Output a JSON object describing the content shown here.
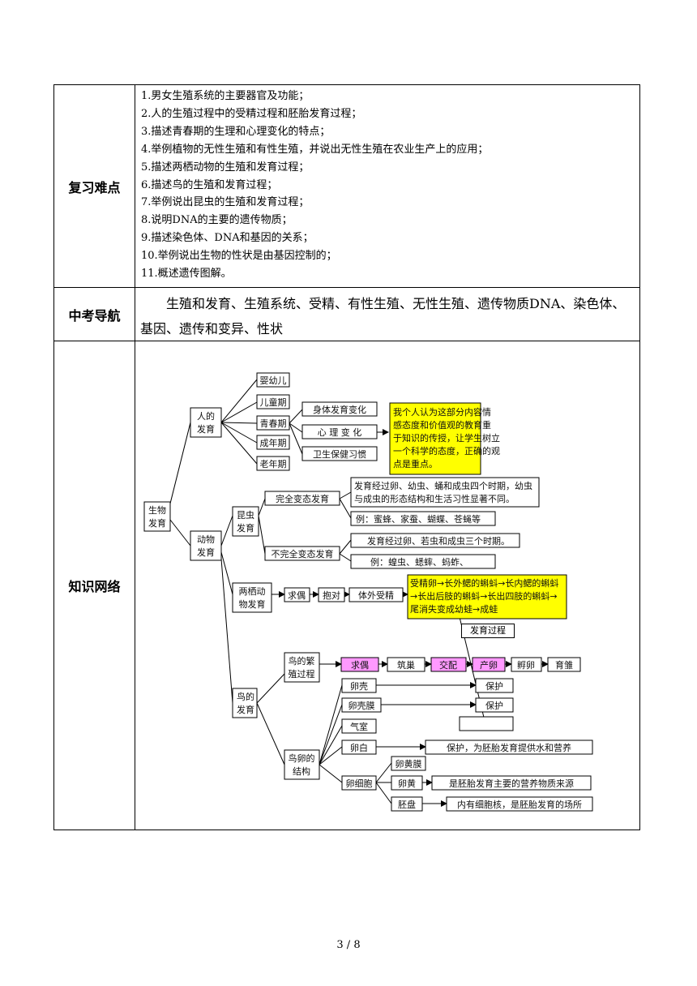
{
  "rows": {
    "difficulty": {
      "header": "复习难点",
      "items": [
        "1.男女生殖系统的主要器官及功能；",
        "2.人的生殖过程中的受精过程和胚胎发育过程；",
        "3.描述青春期的生理和心理变化的特点；",
        "4.举例植物的无性生殖和有性生殖，并说出无性生殖在农业生产上的应用；",
        "5.描述两栖动物的生殖和发育过程；",
        "6.描述鸟的生殖和发育过程；",
        "7.举例说出昆虫的生殖和发育过程；",
        "8.说明DNA的主要的遗传物质；",
        "9.描述染色体、DNA和基因的关系；",
        "10.举例说出生物的性状是由基因控制的；",
        "11.概述遗传图解。"
      ]
    },
    "guide": {
      "header": "中考导航",
      "text": "生殖和发育、生殖系统、受精、有性生殖、无性生殖、遗传物质DNA、染色体、基因、遗传和变异、性状"
    },
    "network": {
      "header": "知识网络",
      "map": {
        "root_l1": "生物",
        "root_l2": "发育",
        "human_l1": "人的",
        "human_l2": "发育",
        "infant": "婴幼儿",
        "childhood": "儿童期",
        "puberty": "青春期",
        "adult": "成年期",
        "elderly": "老年期",
        "body_change": "身体发育变化",
        "mental_change": "心 理 变 化",
        "hygiene": "卫生保健习惯",
        "note": [
          "我个人认为这部分内容情",
          "感态度和价值观的教育重",
          "于知识的传授，让学生树立",
          "一个科学的态度，正确的观",
          "点是重点。"
        ],
        "animal_l1": "动物",
        "animal_l2": "发育",
        "insect_l1": "昆虫",
        "insect_l2": "发育",
        "complete": "完全变态发育",
        "complete_desc": [
          "发育经过卵、幼虫、蛹和成虫四个时期，幼虫",
          "与成虫的形态结构和生活习性显著不同。"
        ],
        "complete_example": "例：蜜蜂、家蚕、蝴蝶、苍蝇等",
        "incomplete": "不完全变态发育",
        "incomplete_desc": "发育经过卵、若虫和成虫三个时期。",
        "incomplete_example": "例：蝗虫、蟋蟀、蚂蚱、",
        "amphibian_l1": "两栖动",
        "amphibian_l2": "物发育",
        "courtship1": "求偶",
        "embrace": "抱对",
        "external": "体外受精",
        "frog": [
          "受精卵→长外鳃的蝌蚪→长内鳃的蝌蚪",
          "→长出后肢的蝌蚪→长出四肢的蝌蚪→",
          "尾消失变成幼蛙→成蛙"
        ],
        "dev_process": "发育过程",
        "bird_l1": "鸟的",
        "bird_l2": "发育",
        "breed_l1": "鸟的繁",
        "breed_l2": "殖过程",
        "courtship2": "求偶",
        "nest": "筑巢",
        "mating": "交配",
        "lay": "产卵",
        "incubate": "孵卵",
        "rear": "育雏",
        "egg_l1": "鸟卵的",
        "egg_l2": "结构",
        "shell": "卵壳",
        "membrane": "卵壳膜",
        "air": "气室",
        "white": "卵白",
        "cell": "卵细胞",
        "protect1": "保护",
        "protect2": "保护",
        "white_func": "保护，为胚胎发育提供水和营养",
        "yolk_membrane": "卵黄膜",
        "yolk": "卵黄",
        "yolk_func": "是胚胎发育主要的营养物质来源",
        "disc": "胚盘",
        "disc_func": "内有细胞核，是胚胎发育的场所"
      }
    }
  },
  "footer": "3 / 8",
  "colors": {
    "note_bg": "#ffff00",
    "highlight_bg": "#ff99ff",
    "border": "#000000"
  }
}
